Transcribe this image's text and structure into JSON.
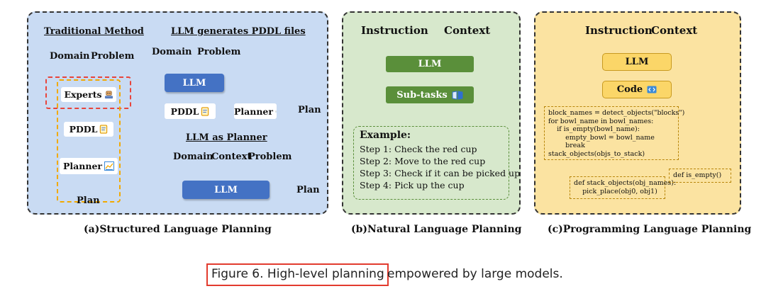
{
  "structured": {
    "traditional_title": "Traditional Method",
    "llm_pddl_title": "LLM generates PDDL files",
    "llm_planner_title": "LLM as Planner",
    "domain": "Domain",
    "problem": "Problem",
    "context": "Context",
    "experts": "Experts",
    "pddl": "PDDL",
    "planner": "Planner",
    "plan": "Plan",
    "llm": "LLM",
    "caption": "(a)Structured Language Planning"
  },
  "natural": {
    "instruction": "Instruction",
    "context": "Context",
    "llm": "LLM",
    "subtasks": "Sub-tasks",
    "example_title": "Example:",
    "steps": [
      "Step 1: Check the red cup",
      "Step 2: Move to the red cup",
      "Step 3: Check if it can be picked up",
      "Step 4: Pick up the cup"
    ],
    "caption": "(b)Natural Language Planning"
  },
  "programming": {
    "instruction": "Instruction",
    "context": "Context",
    "llm": "LLM",
    "code": "Code",
    "code_main": "block_names = detect_objects(\"blocks\")\nfor bowl_name in bowl_names:\n    if is_empty(bowl_name):\n        empty_bowl = bowl_name\n        break\nstack_objects(objs_to_stack)",
    "code_stack": "def stack_objects(obj_names):\n    pick_place(obj0, obj1)",
    "code_empty": "def is_empty()",
    "caption": "(c)Programming Language Planning"
  },
  "figure_caption": {
    "highlighted": "Figure 6. High-level planning",
    "rest": " empowered by large models."
  },
  "colors": {
    "blue_panel": "#c9dbf3",
    "green_panel": "#d7e8cc",
    "yellow_panel": "#fbe3a1",
    "llm_blue": "#4472c4",
    "llm_green": "#5a8f3a",
    "llm_yellow": "#fbd668",
    "highlight_red": "#e23b2e"
  },
  "icons": [
    "robot-expert-icon",
    "document-icon",
    "chart-icon",
    "book-icon",
    "code-icon"
  ]
}
